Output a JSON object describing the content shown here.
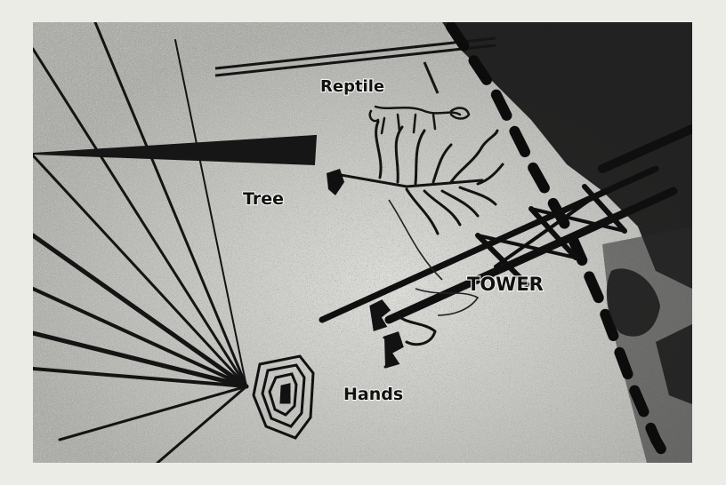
{
  "colors": {
    "frame_background": "#ecece7",
    "map_ground": "#bdbdb8",
    "ink": "#111111"
  },
  "labels": {
    "reptile": "Reptile",
    "tree": "Tree",
    "tower": "TOWER",
    "hands": "Hands"
  },
  "figures": [
    "reptile-figure",
    "tree-figure",
    "hands-figure",
    "spiral-figure",
    "tower-structure"
  ]
}
